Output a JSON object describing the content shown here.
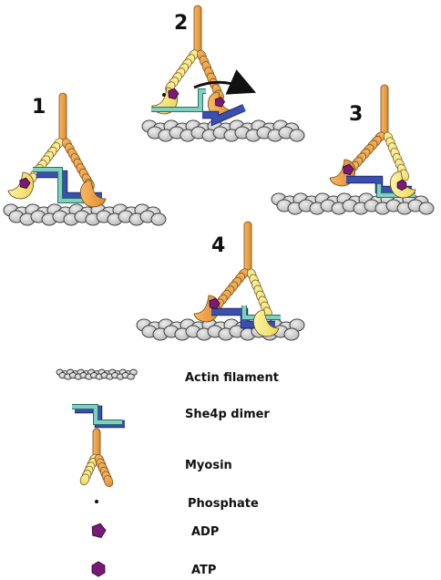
{
  "steps": [
    {
      "number": "1"
    },
    {
      "number": "2"
    },
    {
      "number": "3"
    },
    {
      "number": "4"
    }
  ],
  "legend": [
    {
      "label": "Actin filament",
      "icon": "actin-filament-icon"
    },
    {
      "label": "She4p dimer",
      "icon": "she4p-dimer-icon"
    },
    {
      "label": "Myosin",
      "icon": "myosin-icon"
    },
    {
      "label": "Phosphate",
      "icon": "phosphate-icon"
    },
    {
      "label": "ADP",
      "icon": "adp-icon"
    },
    {
      "label": "ATP",
      "icon": "atp-icon"
    }
  ],
  "colors": {
    "actin_fill": "#d4d4d4",
    "actin_stroke": "#333333",
    "myosin_orange": "#f0a040",
    "myosin_yellow": "#f6e77a",
    "she4p_teal": "#7fd0c0",
    "she4p_blue": "#3a4fb0",
    "nucleotide_purple": "#7a1a78"
  }
}
